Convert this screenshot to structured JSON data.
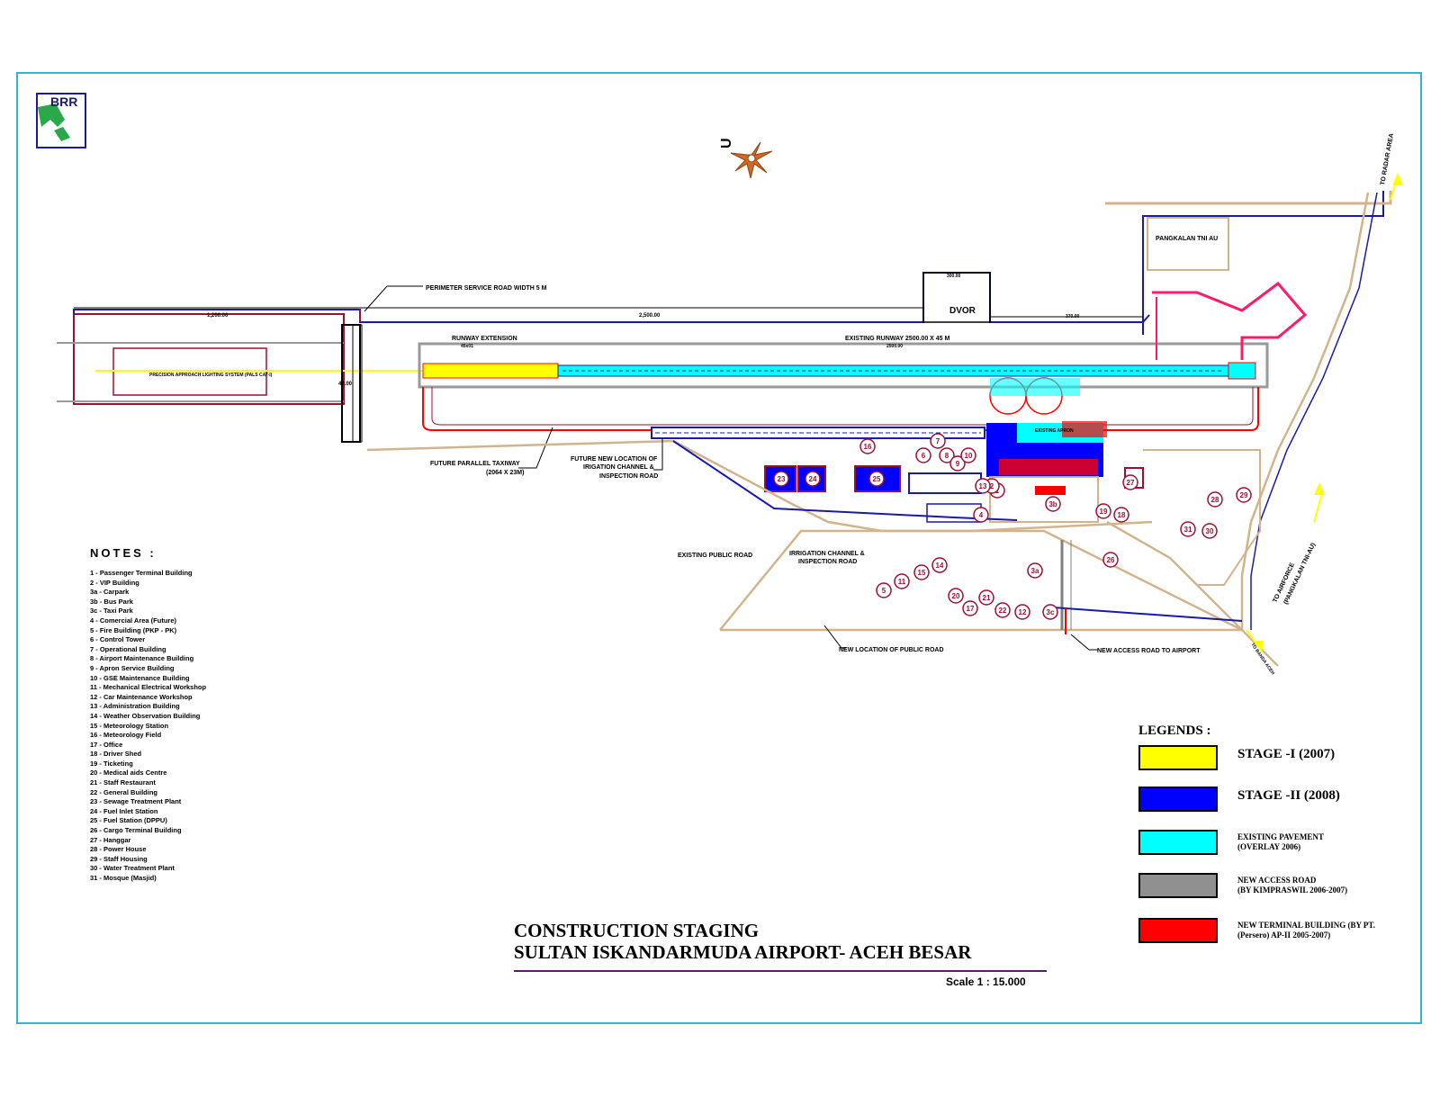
{
  "colors": {
    "frame": "#2fb6d6",
    "stage1": "#ffff00",
    "stage2": "#0000ff",
    "existing_pavement": "#00ffff",
    "new_access_road": "#808080",
    "new_terminal": "#ff0000",
    "road": "#d2b48c",
    "boundary": "#1a1aa8",
    "marker": "#9b1030"
  },
  "logo": {
    "text": "BRR"
  },
  "compass": {
    "label": "U"
  },
  "map_labels": {
    "perimeter_road": "PERIMETER SERVICE ROAD WIDTH 5 M",
    "runway_extension": "RUNWAY EXTENSION",
    "runway_extension_dim": "45x01",
    "existing_runway": "EXISTING RUNWAY 2500.00 X 45 M",
    "existing_runway_dim": "2500.00",
    "dvor": "DVOR",
    "pangkalan": "PANGKALAN TNI AU",
    "to_radar": "TO RADAR AREA",
    "approach_lighting": "PRECISION APPROACH LIGHTING SYSTEM (PALS CAT-I)",
    "future_taxiway_1": "FUTURE PARALLEL TAXIWAY",
    "future_taxiway_2": "(2064 X 23M)",
    "future_irrigation_1": "FUTURE NEW LOCATION OF",
    "future_irrigation_2": "IRIGATION CHANNEL &",
    "future_irrigation_3": "INSPECTION ROAD",
    "existing_public_road": "EXISTING PUBLIC ROAD",
    "irrigation_1": "IRRIGATION CHANNEL &",
    "irrigation_2": "INSPECTION ROAD",
    "new_public_road": "NEW LOCATION OF PUBLIC ROAD",
    "new_access_road": "NEW ACCESS ROAD TO AIRPORT",
    "to_airforce_1": "TO AIRFORCE",
    "to_airforce_2": "(PANGKALAN TNI-AU)",
    "to_banda_aceh": "TO BANDA ACEH",
    "apron": "EXISTING APRON",
    "dim_left": "1,200.00",
    "dim_mid": "2,500.00",
    "dim_dvor": "300.00",
    "dim_right": "370.00",
    "dim_width": "42.00"
  },
  "markers": [
    "1",
    "2",
    "3a",
    "3b",
    "3c",
    "4",
    "5",
    "6",
    "7",
    "8",
    "9",
    "10",
    "11",
    "12",
    "13",
    "14",
    "15",
    "16",
    "17",
    "18",
    "19",
    "20",
    "21",
    "22",
    "23",
    "24",
    "25",
    "26",
    "27",
    "28",
    "29",
    "30",
    "31"
  ],
  "notes": {
    "title": "NOTES :",
    "items": [
      "1  - Passenger Terminal Building",
      "2  - VIP Building",
      "3a - Carpark",
      "3b - Bus Park",
      "3c - Taxi Park",
      "4  - Comercial Area (Future)",
      "5  - Fire Building (PKP - PK)",
      "6  - Control Tower",
      "7  - Operational Building",
      "8  - Airport Maintenance Building",
      "9  - Apron Service Building",
      "10 - GSE Maintenance Building",
      "11 - Mechanical Electrical Workshop",
      "12 - Car Maintenance Workshop",
      "13 - Administration Building",
      "14 - Weather Observation Building",
      "15 - Meteorology Station",
      "16 - Meteorology Field",
      "17 - Office",
      "18 - Driver Shed",
      "19 - Ticketing",
      "20 - Medical aids Centre",
      "21 - Staff Restaurant",
      "22 - General Building",
      "23 - Sewage Treatment Plant",
      "24 - Fuel Inlet Station",
      "25 - Fuel Station (DPPU)",
      "26 - Cargo Terminal Building",
      "27 - Hanggar",
      "28 - Power House",
      "29 - Staff Housing",
      "30 - Water Treatment Plant",
      "31 - Mosque (Masjid)"
    ]
  },
  "legend": {
    "title": "LEGENDS :",
    "items": [
      {
        "label": "STAGE -I (2007)",
        "line2": "",
        "color": "#ffff00"
      },
      {
        "label": "STAGE -II (2008)",
        "line2": "",
        "color": "#0000ff"
      },
      {
        "label": "EXISTING PAVEMENT",
        "line2": "(OVERLAY 2006)",
        "color": "#00ffff"
      },
      {
        "label": "NEW ACCESS ROAD",
        "line2": "(BY KIMPRASWIL 2006-2007)",
        "color": "#909090"
      },
      {
        "label": "NEW TERMINAL BUILDING (BY PT.",
        "line2": "(Persero) AP-II  2005-2007)",
        "color": "#ff0000"
      }
    ]
  },
  "title_block": {
    "line1": "CONSTRUCTION STAGING",
    "line2": "SULTAN ISKANDARMUDA AIRPORT- ACEH  BESAR",
    "scale": "Scale  1 : 15.000"
  }
}
